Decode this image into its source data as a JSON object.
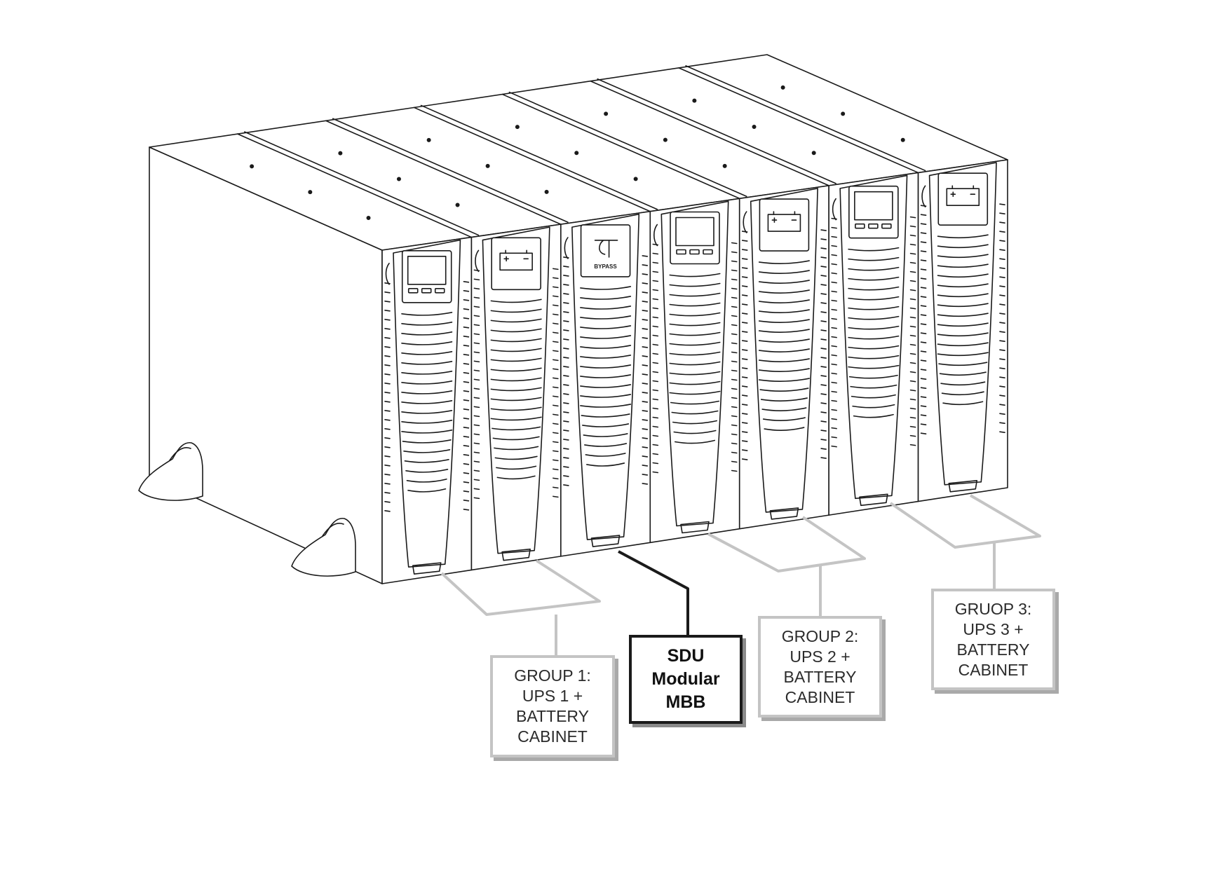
{
  "diagram": {
    "callouts": {
      "group1": "GROUP 1:\nUPS 1 +\nBATTERY\nCABINET",
      "sdu": "SDU\nModular\nMBB",
      "group2": "GROUP 2:\nUPS 2 +\nBATTERY\nCABINET",
      "group3": "GRUOP 3:\nUPS 3 +\nBATTERY\nCABINET"
    },
    "bypass_label": "BYPASS",
    "display_icons": [
      "lcd-display-icon",
      "battery-display-icon",
      "bypass-display-icon",
      "lcd-display-icon",
      "battery-display-icon",
      "lcd-display-icon",
      "battery-display-icon"
    ],
    "colors": {
      "line_art": "#1a1a1a",
      "group_connector": "#c4c4c4",
      "sdu_connector": "#1a1a1a",
      "callout_shadow": "#a9a9a9"
    }
  }
}
